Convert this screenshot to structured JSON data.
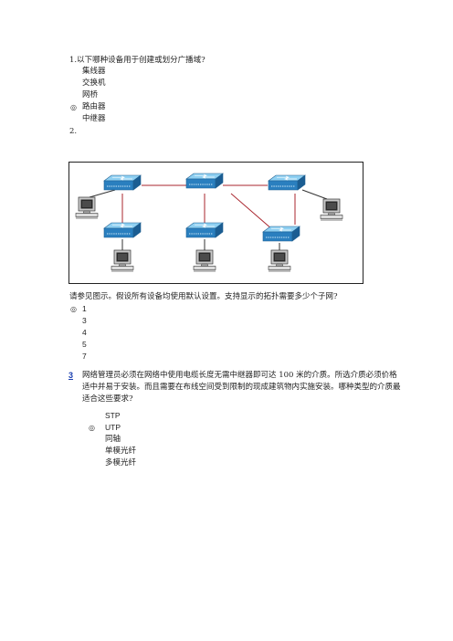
{
  "q1": {
    "title": "1.以下哪种设备用于创建或划分广播域?",
    "options": [
      "集线器",
      "交换机",
      "网桥",
      "路由器",
      "中继器"
    ],
    "selected_index": 3
  },
  "q2": {
    "number": "2.",
    "question": "请参见图示。假设所有设备均使用默认设置。支持显示的拓扑需要多少个子网?",
    "options": [
      "1",
      "3",
      "4",
      "5",
      "7"
    ],
    "selected_index": 0
  },
  "q3": {
    "number": "3",
    "text_lines": [
      "网络管理员必须在网络中使用电缆长度无需中继器即可达  100  米的介质。所选介质必须价格",
      "适中并易于安装。而且需要在布线空间受到限制的现成建筑物内实施安装。哪种类型的介质最",
      "适合这些要求?"
    ],
    "options": [
      "STP",
      "UTP",
      "同轴",
      "单模光纤",
      "多模光纤"
    ],
    "selected_index": 1
  },
  "colors": {
    "switch_top": "#5fb7e8",
    "switch_side": "#1d6ea8",
    "link": "#a8242c"
  },
  "icons": {
    "selected_marker": "radio-selected-icon"
  }
}
